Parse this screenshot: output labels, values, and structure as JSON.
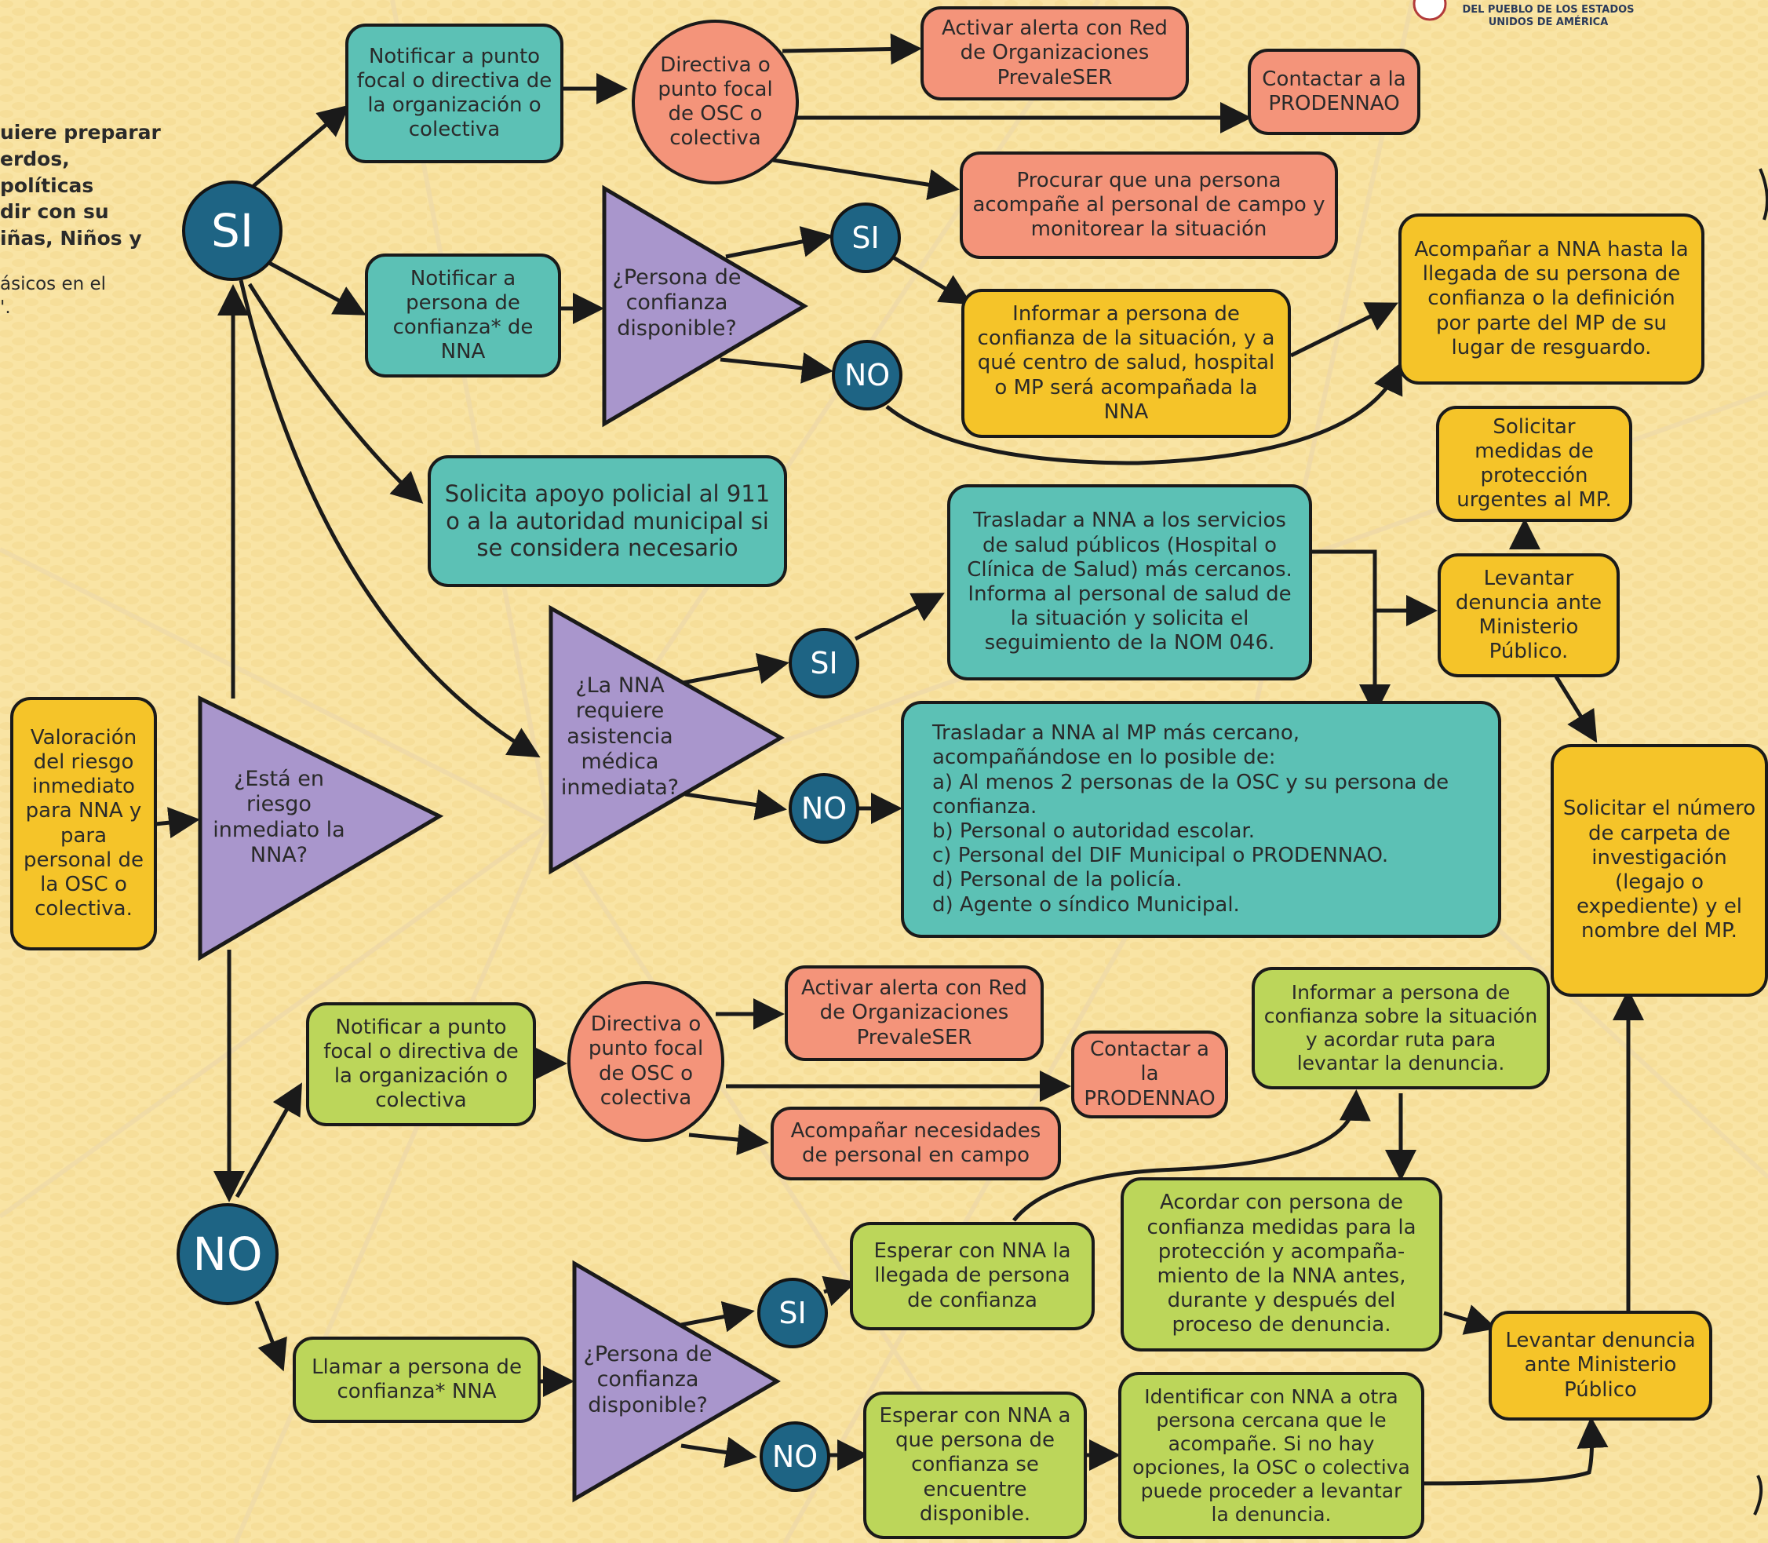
{
  "header_fragment": {
    "line1": "DEL PUEBLO DE LOS ESTADOS",
    "line2": "UNIDOS DE AMÉRICA"
  },
  "left_fragment": {
    "lines": [
      "uiere preparar",
      "erdos, políticas",
      "dir con su",
      "iñas, Niños y"
    ],
    "small_lines": [
      "ásicos en el",
      "'."
    ]
  },
  "colors": {
    "background": "#f9e4a4",
    "teal": "#5cc1b5",
    "salmon": "#f4947a",
    "yellow": "#f5c429",
    "green": "#bcd65a",
    "purple": "#a996cc",
    "dark_blue": "#1e6484"
  },
  "nodes": {
    "valoracion": "Valoración del riesgo inmediato para NNA y para personal de la OSC o colectiva.",
    "esta_en_riesgo": "¿Está en riesgo inmediato la NNA?",
    "si_main": "SI",
    "no_main": "NO",
    "notificar_punto_focal_top": "Notificar a punto focal o directiva de la organización o colectiva",
    "directiva_top": "Directiva o punto focal de OSC o colectiva",
    "activar_alerta_top": "Activar alerta con Red de Organizaciones PrevaleSER",
    "contactar_prodennao_top": "Contactar a la PRODENNAO",
    "procurar_persona": "Procurar que una persona acompañe al personal de campo y monitorear la situación",
    "notificar_persona_confianza": "Notificar a persona de confianza* de NNA",
    "persona_disponible_top": "¿Persona de confianza disponible?",
    "si_disponible_top": "SI",
    "no_disponible_top": "NO",
    "informar_persona_confianza": "Informar a persona de confianza de la situación, y a qué centro de salud, hospital o MP será acompañada la NNA",
    "acompanar_nna": "Acompañar a NNA hasta la llegada de su persona de confianza o la definición por parte del MP de su lugar de resguardo.",
    "solicita_apoyo_policial": "Solicita apoyo policial al 911 o a la autoridad municipal si se considera necesario",
    "requiere_asistencia": "¿La NNA requiere asistencia médica inmediata?",
    "si_asistencia": "SI",
    "no_asistencia": "NO",
    "trasladar_salud": "Trasladar a NNA a los servicios de salud públicos (Hospital o Clínica de Salud) más cercanos. Informa al personal de salud de la situación y solicita el seguimiento de la NOM 046.",
    "trasladar_mp_intro": "Trasladar a NNA al MP más cercano, acompañándose en lo posible de:",
    "trasladar_mp_items": [
      "a) Al menos 2 personas de la OSC y su persona de confianza.",
      "b) Personal o autoridad escolar.",
      "c) Personal del DIF Municipal o PRODENNAO.",
      "d) Personal de la policía.",
      "d) Agente o síndico Municipal."
    ],
    "solicitar_medidas": "Solicitar medidas de protección urgentes al MP.",
    "levantar_denuncia_top": "Levantar denuncia ante Ministerio Público.",
    "solicitar_numero": "Solicitar el número de carpeta de investigación (legajo o expediente) y el nombre del MP.",
    "notificar_punto_focal_bottom": "Notificar a punto focal o directiva de la organización o colectiva",
    "directiva_bottom": "Directiva o punto focal de OSC o colectiva",
    "activar_alerta_bottom": "Activar alerta con Red de Organizaciones PrevaleSER",
    "contactar_prodennao_bottom": "Contactar a la PRODENNAO",
    "acompanar_necesidades": "Acompañar necesidades de personal en campo",
    "informar_sobre_situacion": "Informar a persona de confianza sobre la situación y acordar ruta para levantar la denuncia.",
    "acordar_medidas": "Acordar con persona de confianza medidas para la protección y acompaña-miento de la NNA antes, durante y después del proceso de denuncia.",
    "llamar_persona": "Llamar a persona de confianza* NNA",
    "persona_disponible_bottom": "¿Persona de confianza disponible?",
    "si_disponible_bottom": "SI",
    "no_disponible_bottom": "NO",
    "esperar_llegada": "Esperar con NNA la llegada de persona de confianza",
    "esperar_disponible": "Esperar con NNA a que persona de confianza se encuentre disponible.",
    "identificar_otra": "Identificar con NNA a otra persona cercana que le acompañe. Si no hay opciones, la OSC o colectiva puede proceder a levantar la denuncia.",
    "levantar_denuncia_bottom": "Levantar denuncia ante Ministerio Público"
  }
}
